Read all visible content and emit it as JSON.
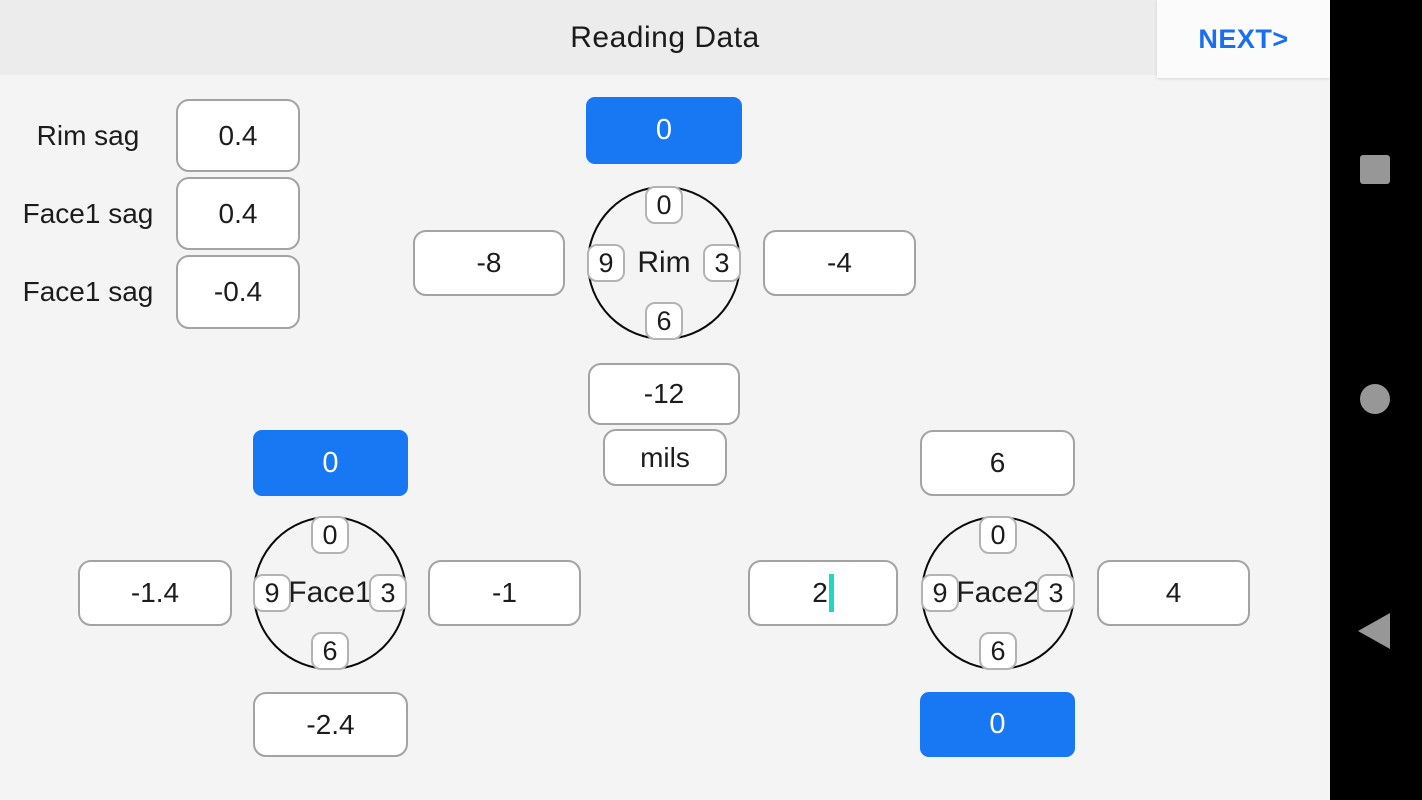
{
  "header": {
    "title": "Reading Data",
    "next_label": "NEXT>"
  },
  "colors": {
    "accent_blue": "#1877f2",
    "next_blue": "#1a6ff0",
    "cursor_teal": "#1fd7c3",
    "header_bg": "#ececec",
    "body_bg": "#f4f4f4",
    "navbar_bg": "#000000",
    "nav_icon_gray": "#979797",
    "field_border": "#a3a3a3"
  },
  "sag_fields": [
    {
      "label": "Rim sag",
      "value": "0.4"
    },
    {
      "label": "Face1 sag",
      "value": "0.4"
    },
    {
      "label": "Face1 sag",
      "value": "-0.4"
    }
  ],
  "units": {
    "value": "mils"
  },
  "rim": {
    "label": "Rim",
    "clock_top": "0",
    "clock_left": "9",
    "clock_right": "3",
    "clock_bottom": "6",
    "top_value": "0",
    "left_value": "-8",
    "right_value": "-4",
    "bottom_value": "-12"
  },
  "face1": {
    "label": "Face1",
    "clock_top": "0",
    "clock_left": "9",
    "clock_right": "3",
    "clock_bottom": "6",
    "top_value": "0",
    "left_value": "-1.4",
    "right_value": "-1",
    "bottom_value": "-2.4"
  },
  "face2": {
    "label": "Face2",
    "clock_top": "0",
    "clock_left": "9",
    "clock_right": "3",
    "clock_bottom": "6",
    "top_value": "6",
    "left_value": "2",
    "right_value": "4",
    "bottom_value": "0"
  },
  "navbar": {
    "recents_icon": "square",
    "home_icon": "circle",
    "back_icon": "triangle-left"
  }
}
